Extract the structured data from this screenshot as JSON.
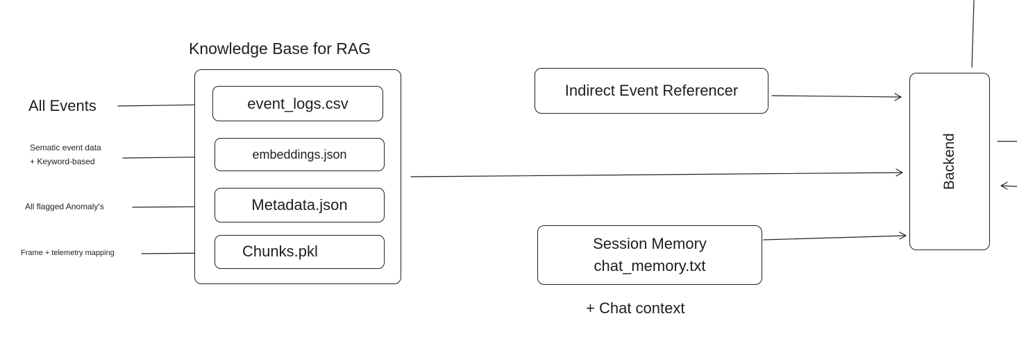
{
  "knowledge_base": {
    "title": "Knowledge Base for RAG",
    "files": [
      {
        "name": "event_logs.csv"
      },
      {
        "name": "embeddings.json"
      },
      {
        "name": "Metadata.json"
      },
      {
        "name": "Chunks.pkl"
      }
    ]
  },
  "inputs": {
    "all_events": "All Events",
    "semantic_line1": "Sematic event data",
    "semantic_line2": "+ Keyword-based",
    "flagged": "All flagged Anomaly's",
    "frame_mapping": "Frame + telemetry mapping"
  },
  "referencer": {
    "label": "Indirect Event Referencer"
  },
  "session_memory": {
    "line1": "Session Memory",
    "line2": "chat_memory.txt",
    "note": "+ Chat context"
  },
  "backend": {
    "label": "Backend"
  }
}
